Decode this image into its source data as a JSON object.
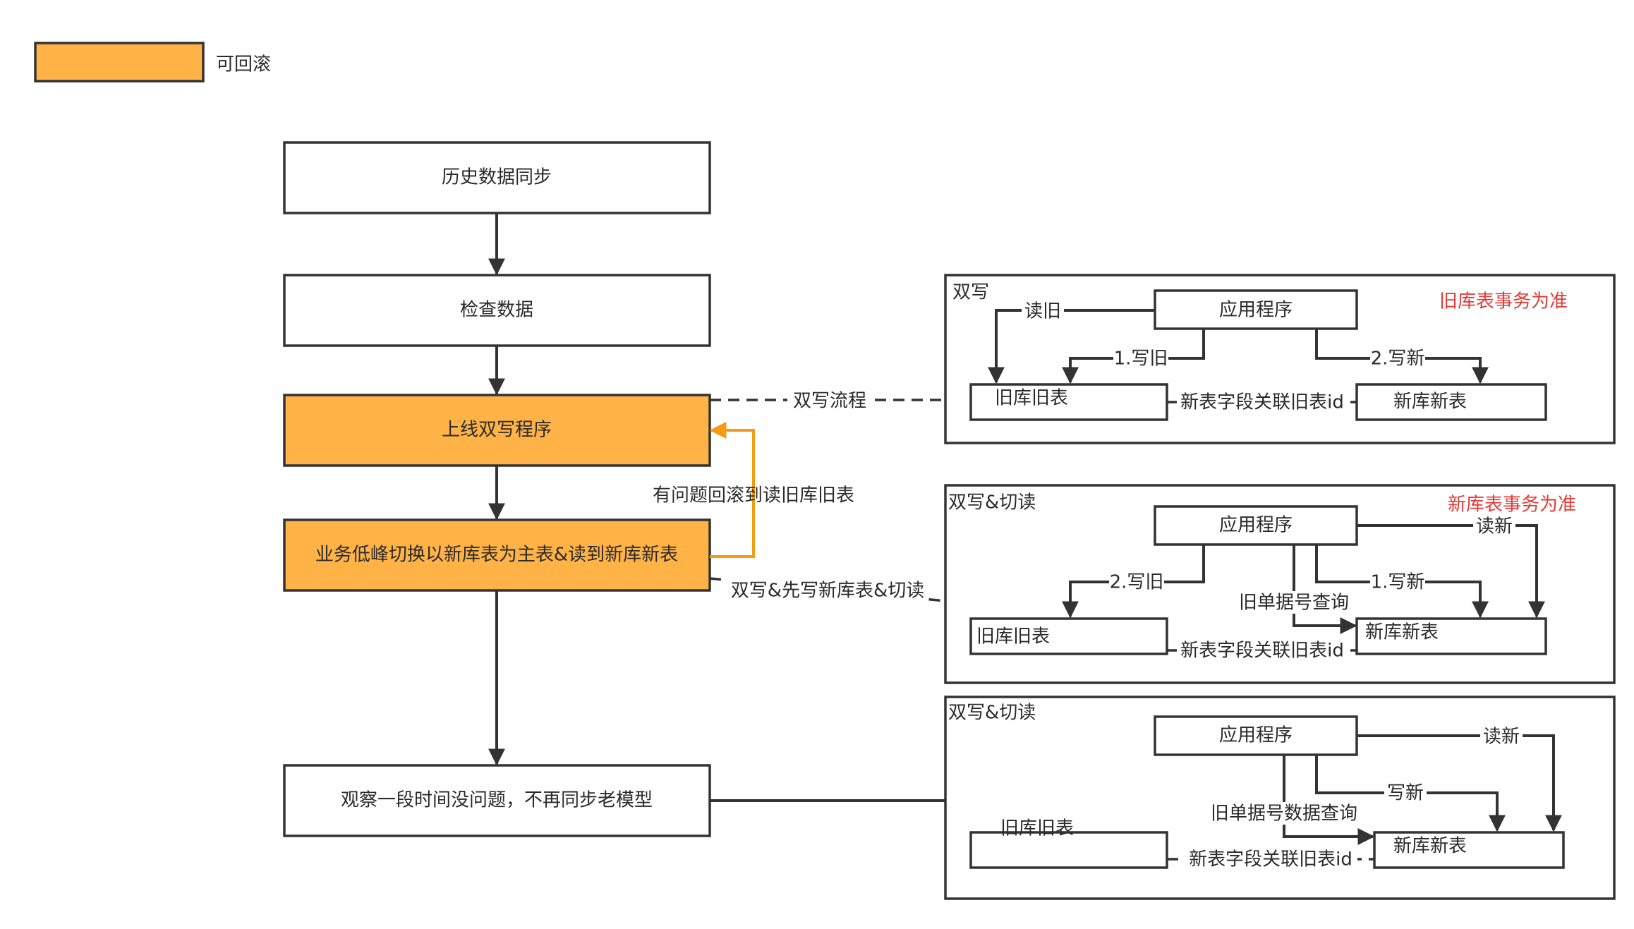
{
  "legend": {
    "label": "可回滚",
    "color": "#ffb347"
  },
  "flow": {
    "step1": "历史数据同步",
    "step2": "检查数据",
    "step3": "上线双写程序",
    "step4": "业务低峰切换以新库表为主表&读到新库新表",
    "step5": "观察一段时间没问题，不再同步老模型",
    "rollback": "有问题回滚到读旧库旧表"
  },
  "links": {
    "link1": "双写流程",
    "link2": "双写&先写新库表&切读"
  },
  "panel1": {
    "title": "双写",
    "note": "旧库表事务为准",
    "app": "应用程序",
    "old": "旧库旧表",
    "new": "新库新表",
    "read_old": "读旧",
    "write_old": "1.写旧",
    "write_new": "2.写新",
    "relation": "新表字段关联旧表id"
  },
  "panel2": {
    "title": "双写&切读",
    "note": "新库表事务为准",
    "app": "应用程序",
    "old": "旧库旧表",
    "new": "新库新表",
    "read_new": "读新",
    "write_old": "2.写旧",
    "write_new": "1.写新",
    "lookup": "旧单据号查询",
    "relation": "新表字段关联旧表id"
  },
  "panel3": {
    "title": "双写&切读",
    "app": "应用程序",
    "old": "旧库旧表",
    "new": "新库新表",
    "read_new": "读新",
    "write_new": "写新",
    "lookup": "旧单据号数据查询",
    "relation": "新表字段关联旧表id"
  }
}
